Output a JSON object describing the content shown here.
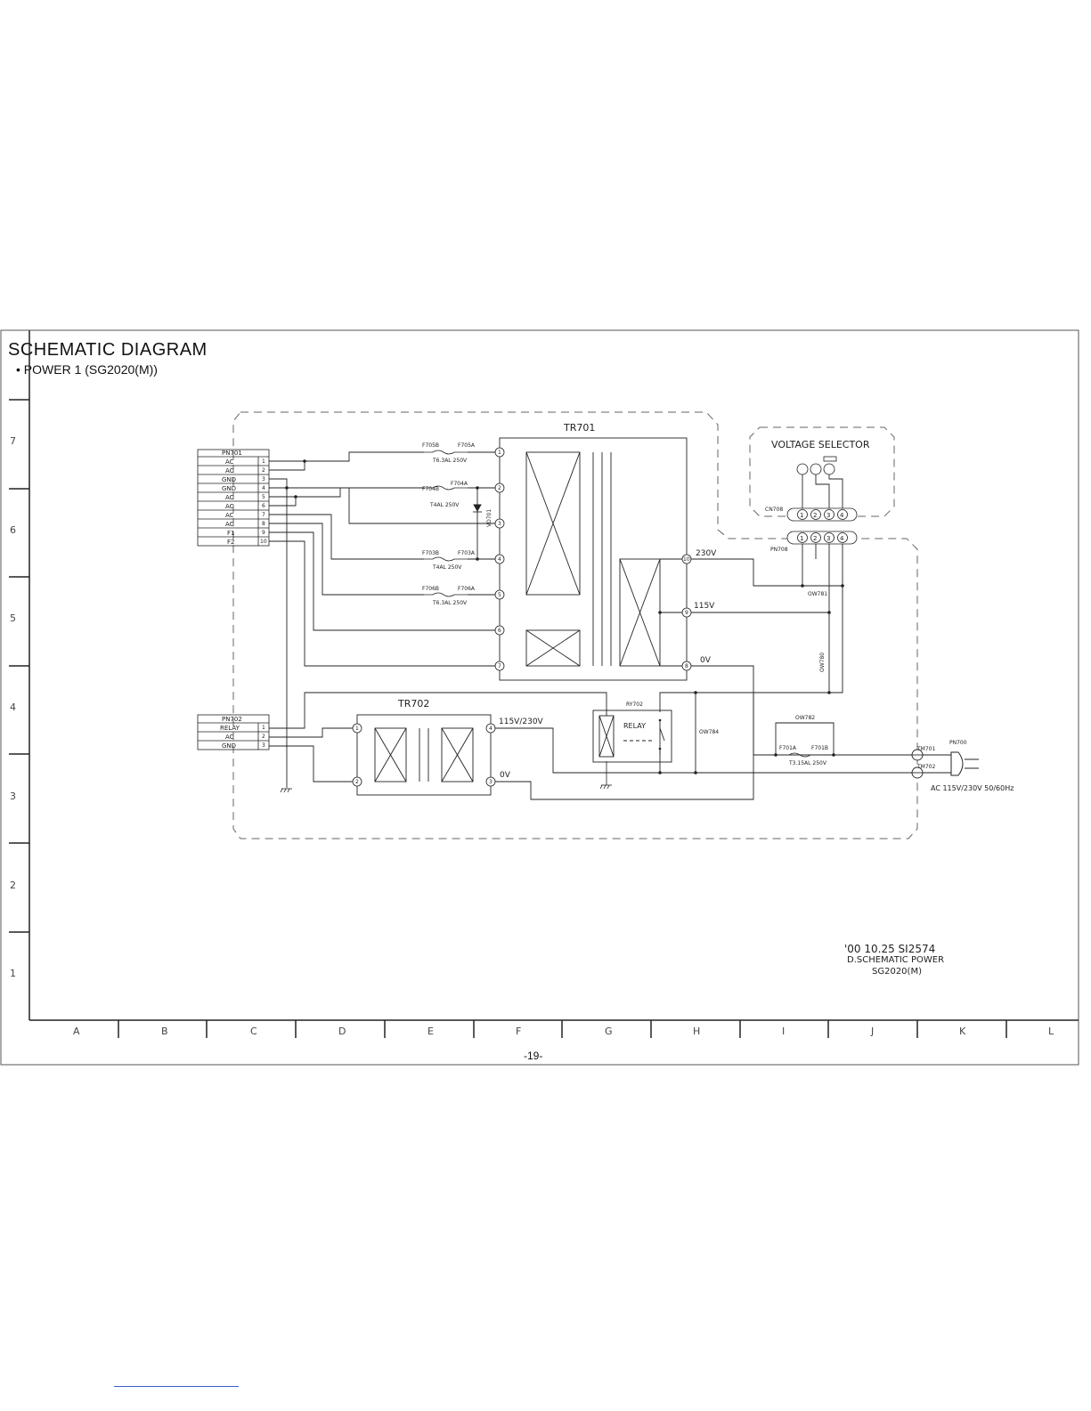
{
  "document": {
    "title": "SCHEMATIC DIAGRAM",
    "subtitle": "• POWER 1 (SG2020(M))",
    "page_number": "-19-"
  },
  "grid": {
    "rows": [
      "7",
      "6",
      "5",
      "4",
      "3",
      "2",
      "1"
    ],
    "columns": [
      "A",
      "B",
      "C",
      "D",
      "E",
      "F",
      "G",
      "H",
      "I",
      "J",
      "K",
      "L"
    ]
  },
  "connector_pn701": {
    "name": "PN701",
    "pins": [
      {
        "label": "AC",
        "num": "1"
      },
      {
        "label": "AC",
        "num": "2"
      },
      {
        "label": "GND",
        "num": "3"
      },
      {
        "label": "GND",
        "num": "4"
      },
      {
        "label": "AC",
        "num": "5"
      },
      {
        "label": "AC",
        "num": "6"
      },
      {
        "label": "AC",
        "num": "7"
      },
      {
        "label": "AC",
        "num": "8"
      },
      {
        "label": "F1",
        "num": "9"
      },
      {
        "label": "F2",
        "num": "10"
      }
    ]
  },
  "connector_pn702": {
    "name": "PN702",
    "pins": [
      {
        "label": "RELAY",
        "num": "1"
      },
      {
        "label": "AC",
        "num": "2"
      },
      {
        "label": "GND",
        "num": "3"
      }
    ]
  },
  "fuses": [
    {
      "left": "F705B",
      "right": "F705A",
      "rating": "T6.3AL 250V"
    },
    {
      "left": "F704B",
      "right": "F704A",
      "rating": "T4AL 250V"
    },
    {
      "left": "F703B",
      "right": "F703A",
      "rating": "T4AL 250V"
    },
    {
      "left": "F706B",
      "right": "F706A",
      "rating": "T6.3AL 250V"
    },
    {
      "left": "F701A",
      "right": "F701B",
      "rating": "T3.15AL 250V"
    }
  ],
  "diode_label": "VD701",
  "transformers": {
    "tr701": "TR701",
    "tr702": "TR702",
    "tr701_pins": [
      "1",
      "2",
      "3",
      "4",
      "5",
      "6",
      "7"
    ],
    "tr701_secondary_pins": [
      "10",
      "9",
      "8"
    ],
    "tr702_pins": [
      "1",
      "2",
      "4",
      "3"
    ]
  },
  "voltage_labels": {
    "v230": "230V",
    "v115": "115V",
    "v0_tr701": "0V",
    "v115_230": "115V/230V",
    "v0_tr702": "0V"
  },
  "voltage_selector": {
    "title": "VOLTAGE SELECTOR",
    "cn708": "CN708",
    "pn708": "PN708",
    "pins": [
      "1",
      "2",
      "3",
      "4"
    ]
  },
  "wires": {
    "ow781": "OW781",
    "ow780": "OW780",
    "ow782": "OW782",
    "ow784": "OW784"
  },
  "relay": {
    "ref": "RY702",
    "label": "RELAY"
  },
  "terminals": {
    "tm701": "TM701",
    "tm702": "TM702",
    "pn700": "PN700",
    "ac_input": "AC 115V/230V 50/60Hz"
  },
  "title_block": {
    "line1": "'00 10.25 SI2574",
    "line2": "D.SCHEMATIC POWER",
    "line3": "SG2020(M)"
  },
  "colors": {
    "line": "#222222",
    "frame": "#555555",
    "link": "#3a5fcf"
  }
}
